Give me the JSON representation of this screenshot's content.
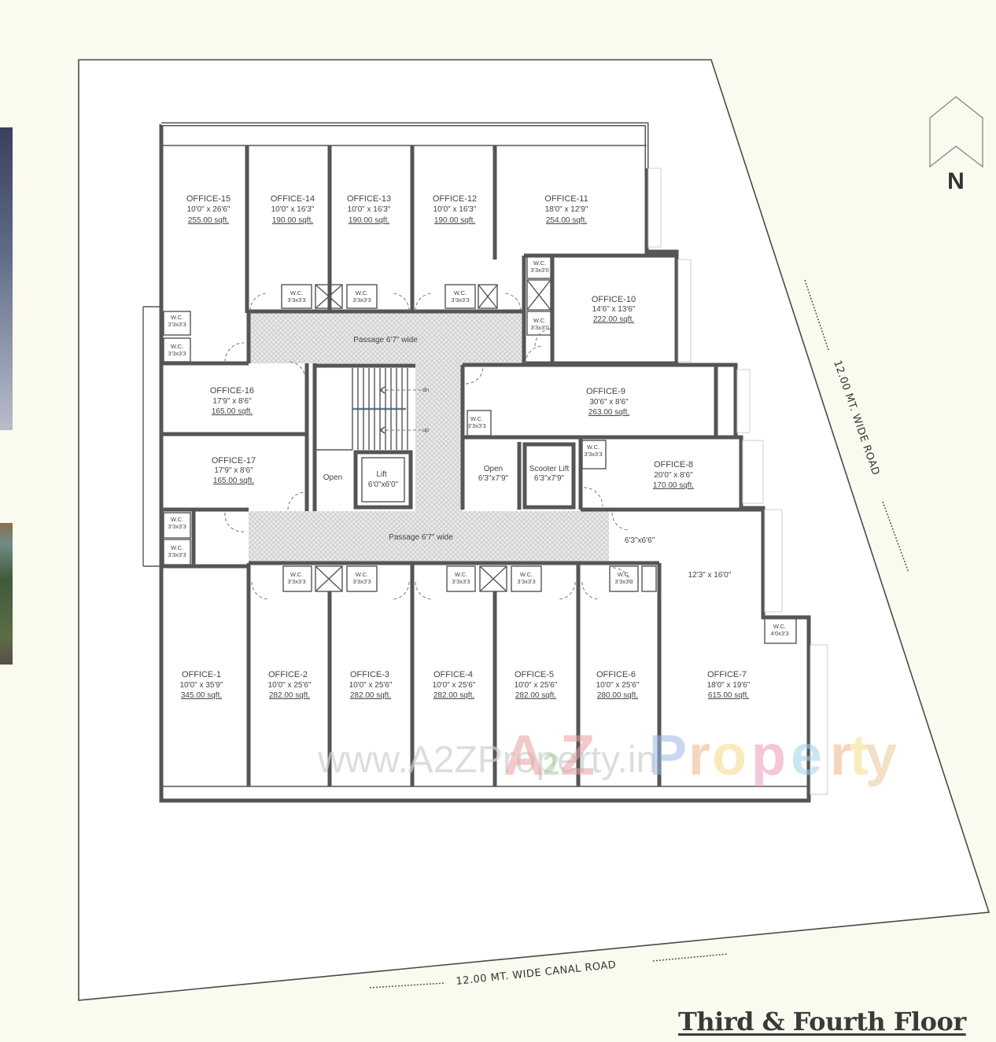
{
  "title": "Third & Fourth Floor",
  "compass": {
    "icon": "north-arrow-icon",
    "label": "N"
  },
  "roads": {
    "east": "12.00 MT. WIDE  ROAD",
    "south": "12.00 MT. WIDE  CANAL ROAD"
  },
  "watermark": {
    "text_gray": "www.A2ZProperty.in",
    "text_logo": "A2Z Property",
    "colors": [
      "#e8a0a0",
      "#9fd39a",
      "#e8a0a0",
      "#9db8e8",
      "#f0b38a",
      "#f5d98a",
      "#e89ab8",
      "#9fd3e8",
      "#f5e08a"
    ]
  },
  "offices": [
    {
      "id": "office-15",
      "name": "OFFICE-15",
      "dim": "10'0\" x 26'6\"",
      "area": "255.00 sqft."
    },
    {
      "id": "office-14",
      "name": "OFFICE-14",
      "dim": "10'0\" x 16'3\"",
      "area": "190.00 sqft."
    },
    {
      "id": "office-13",
      "name": "OFFICE-13",
      "dim": "10'0\" x 16'3\"",
      "area": "190.00 sqft."
    },
    {
      "id": "office-12",
      "name": "OFFICE-12",
      "dim": "10'0\" x 16'3\"",
      "area": "190.00 sqft."
    },
    {
      "id": "office-11",
      "name": "OFFICE-11",
      "dim": "18'0\" x 12'9\"",
      "area": "254.00 sqft."
    },
    {
      "id": "office-10",
      "name": "OFFICE-10",
      "dim": "14'6\" x 13'6\"",
      "area": "222.00 sqft."
    },
    {
      "id": "office-16",
      "name": "OFFICE-16",
      "dim": "17'9\" x 8'6\"",
      "area": "165.00 sqft."
    },
    {
      "id": "office-17",
      "name": "OFFICE-17",
      "dim": "17'9\" x 8'6\"",
      "area": "165.00 sqft."
    },
    {
      "id": "office-9",
      "name": "OFFICE-9",
      "dim": "30'6\" x 8'6\"",
      "area": "263.00 sqft."
    },
    {
      "id": "office-8",
      "name": "OFFICE-8",
      "dim": "20'0\" x 8'6\"",
      "area": "170.00 sqft."
    },
    {
      "id": "office-1",
      "name": "OFFICE-1",
      "dim": "10'0\" x 35'9\"",
      "area": "345.00 sqft."
    },
    {
      "id": "office-2",
      "name": "OFFICE-2",
      "dim": "10'0\" x 25'6\"",
      "area": "282.00 sqft."
    },
    {
      "id": "office-3",
      "name": "OFFICE-3",
      "dim": "10'0\" x 25'6\"",
      "area": "282.00 sqft."
    },
    {
      "id": "office-4",
      "name": "OFFICE-4",
      "dim": "10'0\" x 25'6\"",
      "area": "282.00 sqft."
    },
    {
      "id": "office-5",
      "name": "OFFICE-5",
      "dim": "10'0\" x 25'6\"",
      "area": "282.00 sqft."
    },
    {
      "id": "office-6",
      "name": "OFFICE-6",
      "dim": "10'0\" x 25'6\"",
      "area": "280.00 sqft."
    },
    {
      "id": "office-7",
      "name": "OFFICE-7",
      "dim": "18'0\" x 19'6\"",
      "area": "615.00 sqft."
    }
  ],
  "wc": {
    "label": "W.C.",
    "dim_std": "3'3x3'3",
    "dim_alt": "3'3x3'0",
    "dim_large": "4'0x3'3"
  },
  "core": {
    "passage_top": "Passage  6'7\"  wide",
    "passage_bottom": "Passage  6'7\"  wide",
    "stair_down": "dn",
    "stair_up": "up",
    "open_left": "Open",
    "lift_label": "Lift",
    "lift_dim": "6'0\"x6'0\"",
    "open_right": "Open",
    "open_right_dim": "6'3\"x7'9\"",
    "scooter_lift": "Scooter Lift",
    "scooter_lift_dim": "6'3\"x7'9\"",
    "lobby_dim": "6'3\"x6'6\"",
    "office7_annex_dim": "12'3\" x 16'0\""
  }
}
